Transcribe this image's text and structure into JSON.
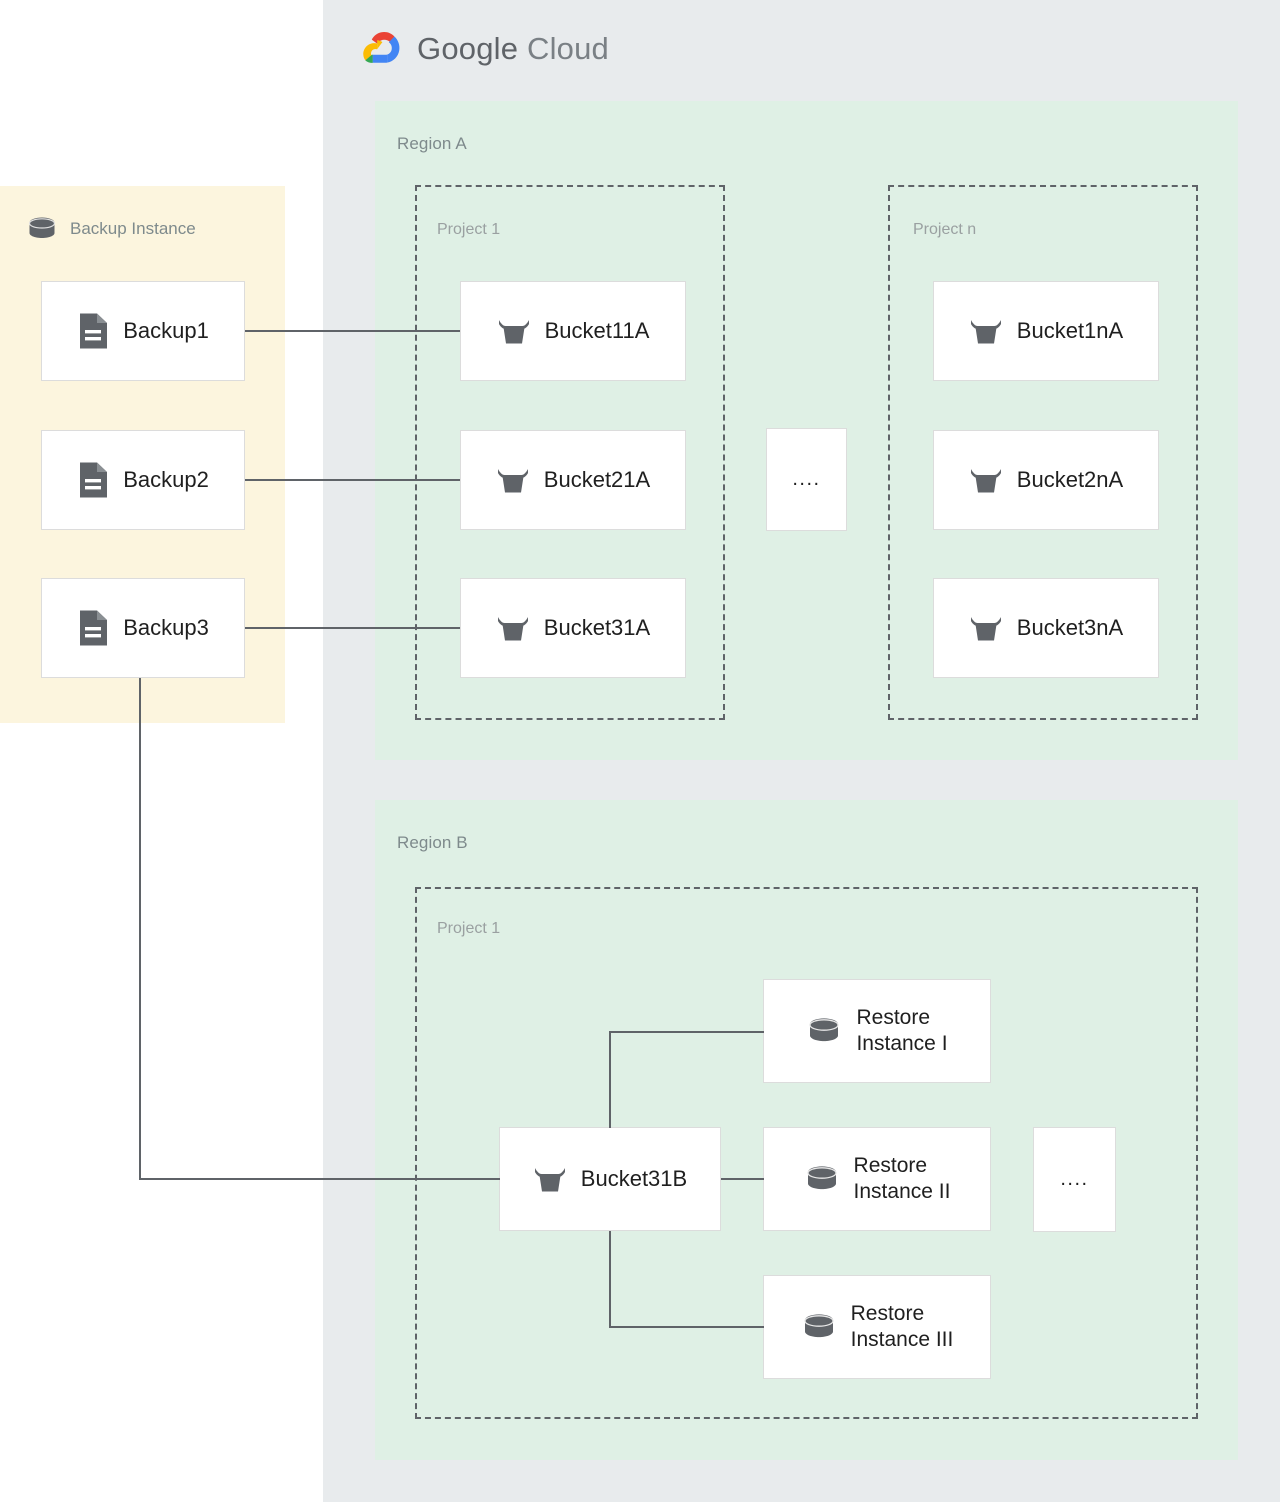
{
  "header": {
    "brand_primary": "Google",
    "brand_secondary": "Cloud",
    "logo_icon": "google-cloud-logo-icon",
    "colors": {
      "logo_red": "#EA4335",
      "logo_yellow": "#FBBC05",
      "logo_green": "#34A853",
      "logo_blue": "#4285F4",
      "wordmark": "#5F6368",
      "gcp_panel": "#E8EBED",
      "region_panel": "#DFF0E5",
      "backup_panel": "#FCF5DE",
      "card_bg": "#FFFFFF",
      "card_border": "#DCDCDC",
      "icon_gray": "#5F6368",
      "connector": "#5F6368",
      "label_gray": "#7E8A8C"
    }
  },
  "backup_instance": {
    "label": "Backup Instance",
    "icon": "database-cylinder-icon",
    "backups": [
      {
        "label": "Backup1",
        "icon": "document-icon"
      },
      {
        "label": "Backup2",
        "icon": "document-icon"
      },
      {
        "label": "Backup3",
        "icon": "document-icon"
      }
    ]
  },
  "regions": [
    {
      "label": "Region A",
      "projects": [
        {
          "label": "Project 1",
          "buckets": [
            {
              "label": "Bucket11A",
              "icon": "cloud-storage-bucket-icon"
            },
            {
              "label": "Bucket21A",
              "icon": "cloud-storage-bucket-icon"
            },
            {
              "label": "Bucket31A",
              "icon": "cloud-storage-bucket-icon"
            }
          ]
        },
        {
          "label": "Project n",
          "buckets": [
            {
              "label": "Bucket1nA",
              "icon": "cloud-storage-bucket-icon"
            },
            {
              "label": "Bucket2nA",
              "icon": "cloud-storage-bucket-icon"
            },
            {
              "label": "Bucket3nA",
              "icon": "cloud-storage-bucket-icon"
            }
          ]
        }
      ],
      "ellipsis": "...."
    },
    {
      "label": "Region B",
      "projects": [
        {
          "label": "Project 1",
          "buckets": [
            {
              "label": "Bucket31B",
              "icon": "cloud-storage-bucket-icon"
            }
          ],
          "restore_instances": [
            {
              "label": "Restore\nInstance I",
              "icon": "database-cylinder-icon"
            },
            {
              "label": "Restore\nInstance II",
              "icon": "database-cylinder-icon"
            },
            {
              "label": "Restore\nInstance III",
              "icon": "database-cylinder-icon"
            }
          ]
        }
      ],
      "ellipsis": "...."
    }
  ],
  "connections": [
    {
      "from": "Backup1",
      "to": "Bucket11A"
    },
    {
      "from": "Backup2",
      "to": "Bucket21A"
    },
    {
      "from": "Backup3",
      "to": "Bucket31A"
    },
    {
      "from": "Backup3",
      "to": "Bucket31B"
    },
    {
      "from": "Bucket31B",
      "to": "Restore Instance I"
    },
    {
      "from": "Bucket31B",
      "to": "Restore Instance II"
    },
    {
      "from": "Bucket31B",
      "to": "Restore Instance III"
    }
  ]
}
